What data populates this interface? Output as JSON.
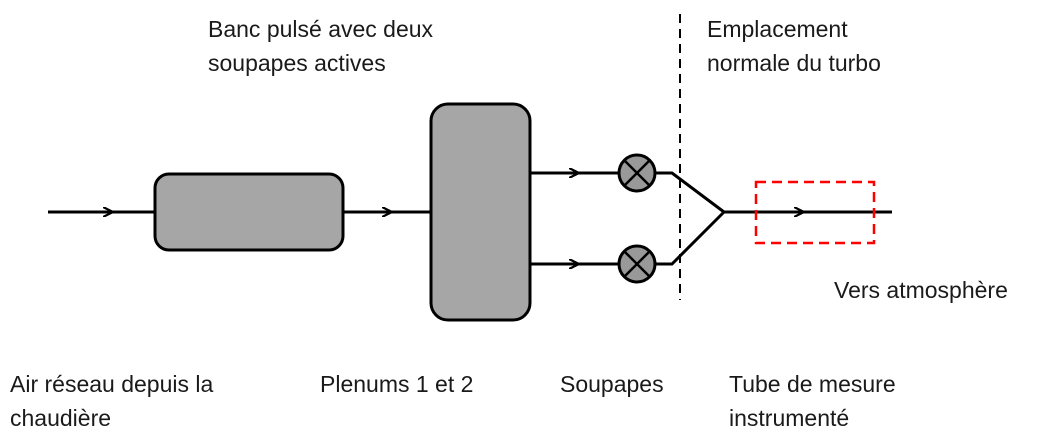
{
  "labels": {
    "top_left": [
      "Banc pulsé avec deux",
      "soupapes actives"
    ],
    "top_right": [
      "Emplacement",
      "normale du turbo"
    ],
    "outlet": "Vers atmosphère",
    "bottom_air": [
      "Air réseau depuis la",
      "chaudière"
    ],
    "bottom_plenums": "Plenums 1 et 2",
    "bottom_valves": "Soupapes",
    "bottom_tube": [
      "Tube de mesure",
      "instrumenté"
    ]
  },
  "colors": {
    "line": "#000000",
    "box_fill": "#a6a6a6",
    "valve_fill": "#999999",
    "measure_box": "#ff0000",
    "text": "#1a1a1a"
  }
}
